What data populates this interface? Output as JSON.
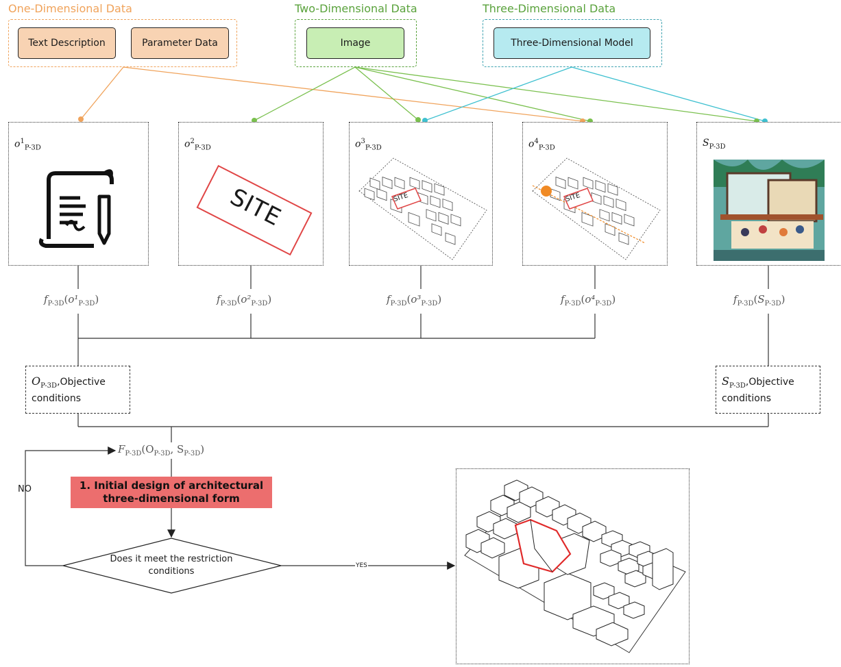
{
  "groups": {
    "one_d": {
      "title": "One-Dimensional Data",
      "color": "#f0a35b",
      "items": [
        "Text Description",
        "Parameter Data"
      ],
      "fill": "#f8d3b3"
    },
    "two_d": {
      "title": "Two-Dimensional Data",
      "color": "#5aa23c",
      "items": [
        "Image"
      ],
      "fill": "#c8eeb4"
    },
    "three_d": {
      "title": "Three-Dimensional Data",
      "color": "#3ea2b0",
      "items": [
        "Three-Dimensional Model"
      ],
      "fill": "#b6eaf0"
    }
  },
  "panels": [
    {
      "label": "o¹",
      "sub": "P-3D",
      "func": "f",
      "func_sub": "P-3D",
      "arg": "o¹",
      "arg_sub": "P-3D",
      "icon": "document-pen-icon"
    },
    {
      "label": "o²",
      "sub": "P-3D",
      "func": "f",
      "func_sub": "P-3D",
      "arg": "o²",
      "arg_sub": "P-3D",
      "icon": "site-sign-icon",
      "site_text": "SITE"
    },
    {
      "label": "o³",
      "sub": "P-3D",
      "func": "f",
      "func_sub": "P-3D",
      "arg": "o³",
      "arg_sub": "P-3D",
      "icon": "city-block-icon",
      "site_text": "SITE"
    },
    {
      "label": "o⁴",
      "sub": "P-3D",
      "func": "f",
      "func_sub": "P-3D",
      "arg": "o⁴",
      "arg_sub": "P-3D",
      "icon": "city-block-sun-icon",
      "site_text": "SITE"
    },
    {
      "label": "S",
      "sub": "P-3D",
      "func": "f",
      "func_sub": "P-3D",
      "arg": "S",
      "arg_sub": "P-3D",
      "icon": "illustration-image"
    }
  ],
  "conditions": {
    "objective": {
      "symbol": "O",
      "sub": "P-3D",
      "text": ",Objective conditions"
    },
    "subjective": {
      "symbol": "S",
      "sub": "P-3D",
      "text": ",Objective conditions"
    }
  },
  "combine_func": {
    "f": "F",
    "sub": "P-3D",
    "args": "(O",
    "args_sub1": "P-3D",
    "mid": ", S",
    "args_sub2": "P-3D",
    "end": ")"
  },
  "step": {
    "label": "1. Initial design of architectural three-dimensional form",
    "color": "#ec6e6e"
  },
  "decision": {
    "text": "Does it meet the restriction conditions",
    "no_label": "NO",
    "yes_label": "YES"
  }
}
